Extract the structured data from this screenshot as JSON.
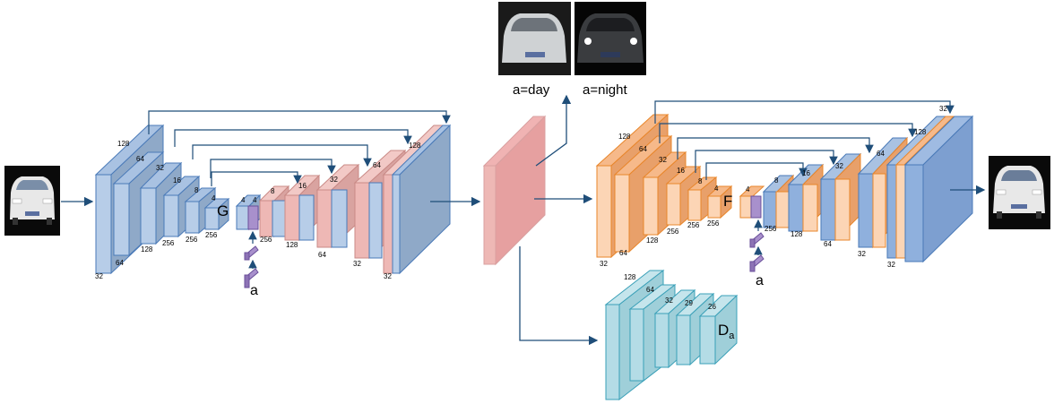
{
  "colors": {
    "encoder_blue": "#b7cde8",
    "encoder_edge": "#4a7ab8",
    "decoder_pink": "#eeb8b5",
    "latent_pink": "#e6a0a0",
    "f_orange": "#fcd5b5",
    "f_orange_edge": "#e8862b",
    "f_blue": "#8fb0dd",
    "disc_teal": "#b4dce6",
    "disc_edge": "#3aa0b8",
    "attr_purple": "#a890cc",
    "arrow": "#1f4e79"
  },
  "labels": {
    "G": "G",
    "F": "F",
    "D": "D",
    "D_sub": "a",
    "attr_left": "a",
    "attr_right": "a",
    "day": "a=day",
    "night": "a=night"
  },
  "g_numbers": [
    "128",
    "64",
    "32",
    "16",
    "8",
    "4",
    "4",
    "4",
    "8",
    "16",
    "32",
    "64",
    "128",
    "32",
    "64",
    "128",
    "256",
    "256",
    "256",
    "256",
    "128",
    "64",
    "32"
  ],
  "f_numbers": [
    "128",
    "64",
    "32",
    "16",
    "8",
    "4",
    "4",
    "8",
    "16",
    "32",
    "64",
    "128",
    "32",
    "64",
    "128",
    "256",
    "256",
    "256",
    "256",
    "128",
    "64",
    "32"
  ],
  "d_numbers": [
    "128",
    "64",
    "32",
    "29",
    "26"
  ]
}
